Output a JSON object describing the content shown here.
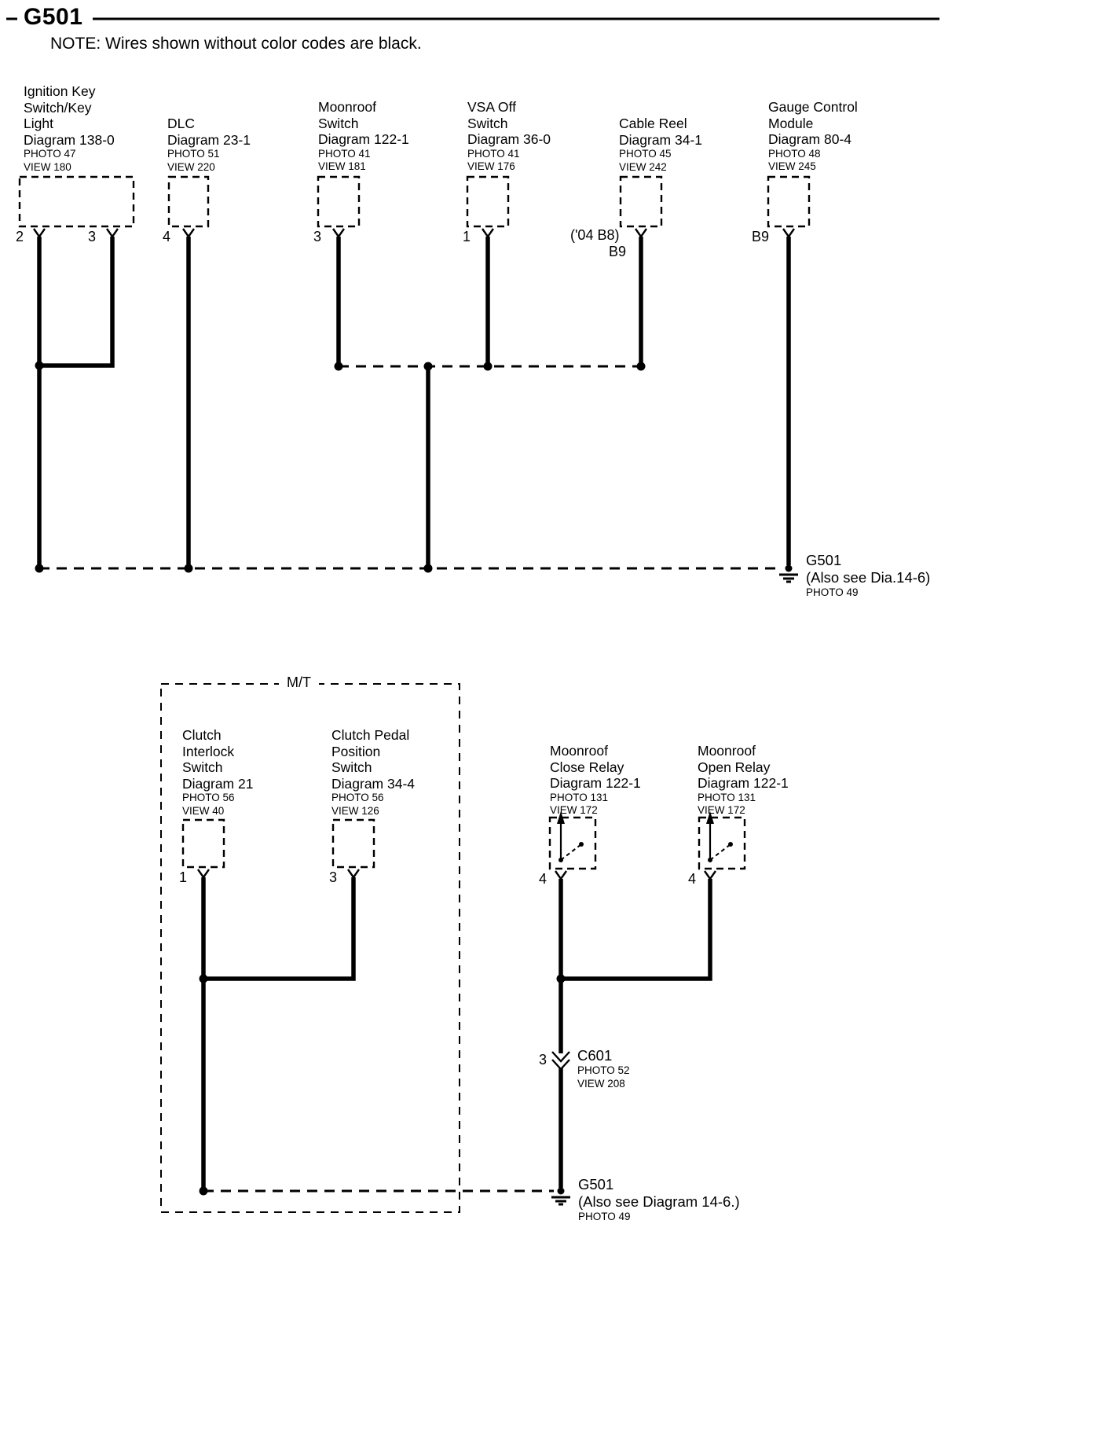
{
  "page": {
    "title": "G501",
    "note": "NOTE: Wires shown without color codes are black."
  },
  "mt_label": "M/T",
  "components": {
    "ignition": {
      "l1": "Ignition Key",
      "l2": "Switch/Key",
      "l3": "Light",
      "diagram": "Diagram 138-0",
      "photo": "PHOTO 47",
      "view": "VIEW 180",
      "pin_left": "2",
      "pin_right": "3"
    },
    "dlc": {
      "l1": "DLC",
      "diagram": "Diagram 23-1",
      "photo": "PHOTO 51",
      "view": "VIEW 220",
      "pin": "4"
    },
    "moonroof_switch": {
      "l1": "Moonroof",
      "l2": "Switch",
      "diagram": "Diagram 122-1",
      "photo": "PHOTO 41",
      "view": "VIEW 181",
      "pin": "3"
    },
    "vsa": {
      "l1": "VSA Off",
      "l2": "Switch",
      "diagram": "Diagram 36-0",
      "photo": "PHOTO 41",
      "view": "VIEW 176",
      "pin": "1"
    },
    "cable_reel": {
      "l1": "Cable Reel",
      "diagram": "Diagram 34-1",
      "photo": "PHOTO 45",
      "view": "VIEW 242",
      "pin_note": "('04 B8)",
      "pin": "B9"
    },
    "gauge": {
      "l1": "Gauge Control",
      "l2": "Module",
      "diagram": "Diagram 80-4",
      "photo": "PHOTO 48",
      "view": "VIEW 245",
      "pin": "B9"
    },
    "clutch_interlock": {
      "l1": "Clutch",
      "l2": "Interlock",
      "l3": "Switch",
      "diagram": "Diagram 21",
      "photo": "PHOTO 56",
      "view": "VIEW 40",
      "pin": "1"
    },
    "clutch_pedal": {
      "l1": "Clutch Pedal",
      "l2": "Position",
      "l3": "Switch",
      "diagram": "Diagram 34-4",
      "photo": "PHOTO 56",
      "view": "VIEW 126",
      "pin": "3"
    },
    "moonroof_close": {
      "l1": "Moonroof",
      "l2": "Close Relay",
      "diagram": "Diagram 122-1",
      "photo": "PHOTO 131",
      "view": "VIEW 172",
      "pin": "4"
    },
    "moonroof_open": {
      "l1": "Moonroof",
      "l2": "Open Relay",
      "diagram": "Diagram 122-1",
      "photo": "PHOTO 131",
      "view": "VIEW 172",
      "pin": "4"
    }
  },
  "ground_top": {
    "name": "G501",
    "also": "(Also see Dia.14-6)",
    "photo": "PHOTO 49"
  },
  "ground_bottom": {
    "name": "G501",
    "also": "(Also see Diagram 14-6.)",
    "photo": "PHOTO 49"
  },
  "connector_c601": {
    "pin": "3",
    "name": "C601",
    "photo": "PHOTO 52",
    "view": "VIEW 208"
  }
}
